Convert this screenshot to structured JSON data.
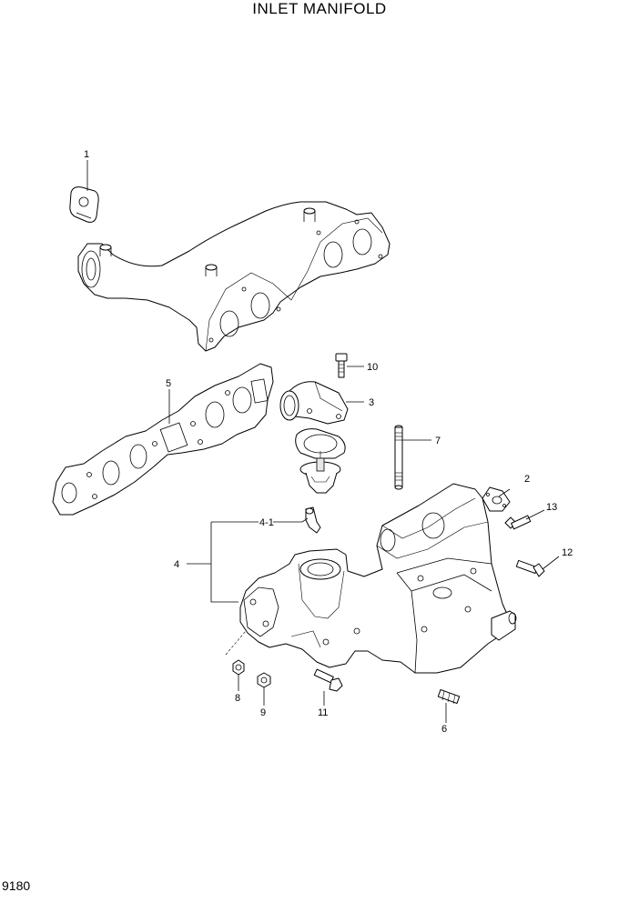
{
  "title": "INLET MANIFOLD",
  "page_number": "9180",
  "callouts": {
    "c1": "1",
    "c2": "2",
    "c3": "3",
    "c4": "4",
    "c4_1": "4-1",
    "c5": "5",
    "c6": "6",
    "c7": "7",
    "c8": "8",
    "c9": "9",
    "c10": "10",
    "c11": "11",
    "c12": "12",
    "c13": "13"
  }
}
